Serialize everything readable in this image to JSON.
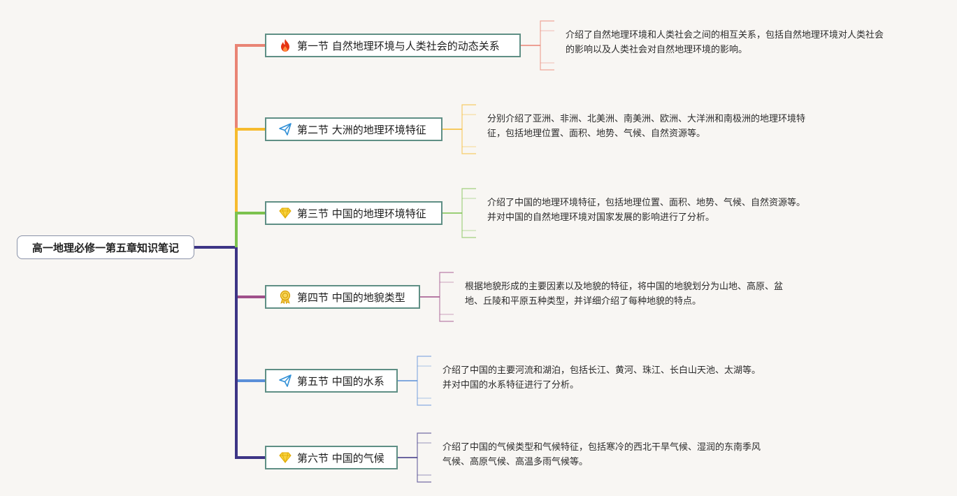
{
  "root": {
    "title": "高一地理必修一第五章知识笔记"
  },
  "sections": [
    {
      "title": "第一节 自然地理环境与人类社会的动态关系",
      "icon": "fire-icon",
      "color": "#e98474",
      "desc": [
        "介绍了自然地理环境和人类社会之间的相互关系，包括自然地理环境对人类社会",
        "的影响以及人类社会对自然地理环境的影响。"
      ]
    },
    {
      "title": "第二节 大洲的地理环境特征",
      "icon": "paper-plane-icon",
      "color": "#f6bb2e",
      "desc": [
        "分别介绍了亚洲、非洲、北美洲、南美洲、欧洲、大洋洲和南极洲的地理环境特",
        "征，包括地理位置、面积、地势、气候、自然资源等。"
      ]
    },
    {
      "title": "第三节 中国的地理环境特征",
      "icon": "diamond-icon",
      "color": "#7cc24e",
      "desc": [
        "介绍了中国的地理环境特征，包括地理位置、面积、地势、气候、自然资源等。",
        "并对中国的自然地理环境对国家发展的影响进行了分析。"
      ]
    },
    {
      "title": "第四节 中国的地貌类型",
      "icon": "medal-icon",
      "color": "#a0508a",
      "desc": [
        "根据地貌形成的主要因素以及地貌的特征，将中国的地貌划分为山地、高原、盆",
        "地、丘陵和平原五种类型，并详细介绍了每种地貌的特点。"
      ]
    },
    {
      "title": "第五节 中国的水系",
      "icon": "paper-plane-icon",
      "color": "#5b8fd8",
      "desc": [
        "介绍了中国的主要河流和湖泊，包括长江、黄河、珠江、长白山天池、太湖等。",
        "并对中国的水系特征进行了分析。"
      ]
    },
    {
      "title": "第六节 中国的气候",
      "icon": "diamond-icon",
      "color": "#3d3585",
      "desc": [
        "介绍了中国的气候类型和气候特征，包括寒冷的西北干旱气候、湿润的东南季风",
        "气候、高原气候、高温多雨气候等。"
      ]
    }
  ]
}
